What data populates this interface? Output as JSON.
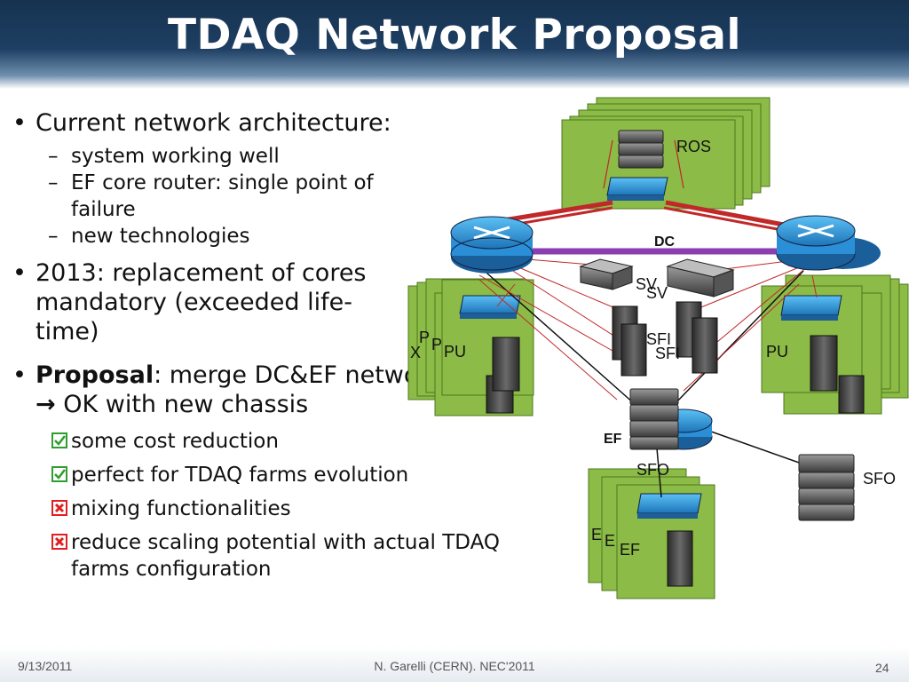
{
  "slide": {
    "title": "TDAQ Network Proposal",
    "bullets": [
      {
        "text": "Current network architecture:",
        "sub": [
          "system working well",
          "EF core router: single point of failure",
          "new technologies"
        ]
      },
      {
        "text": "2013: replacement of cores mandatory (exceeded life-time)"
      },
      {
        "bold": "Proposal",
        "rest": ": merge DC&EF networks",
        "arrow": "→",
        "after": " OK with new chassis"
      }
    ],
    "checklist": [
      {
        "state": "check",
        "text": "some cost reduction"
      },
      {
        "state": "check",
        "text": "perfect for TDAQ farms evolution"
      },
      {
        "state": "cross",
        "text": "mixing functionalities"
      },
      {
        "state": "cross",
        "text": "reduce scaling potential with actual TDAQ farms configuration"
      }
    ],
    "colors": {
      "check": "#2e9e2e",
      "cross": "#e02020",
      "farm_green": "#8cbb47",
      "router_blue": "#2a8fd6",
      "dc_link": "#8a3fb0",
      "ros_link": "#c0282a"
    }
  },
  "diagram": {
    "labels": {
      "ros": "ROS",
      "dc": "DC",
      "ef": "EF",
      "sv_back": "SV",
      "sv_front": "SV",
      "sfi_back": "SFI",
      "sfi_front": "SFI",
      "pu_left": "PU",
      "pu_left_back1": "P",
      "pu_left_back2": "P",
      "pu_left_back3": "X",
      "pu_right": "PU",
      "sfo_left": "SFO",
      "sfo_right": "SFO",
      "ef_farm": "EF",
      "ef_farm_back1": "E",
      "ef_farm_back2": "E"
    }
  },
  "footer": {
    "date": "9/13/2011",
    "center": "N. Garelli (CERN). NEC'2011",
    "page": "24"
  }
}
